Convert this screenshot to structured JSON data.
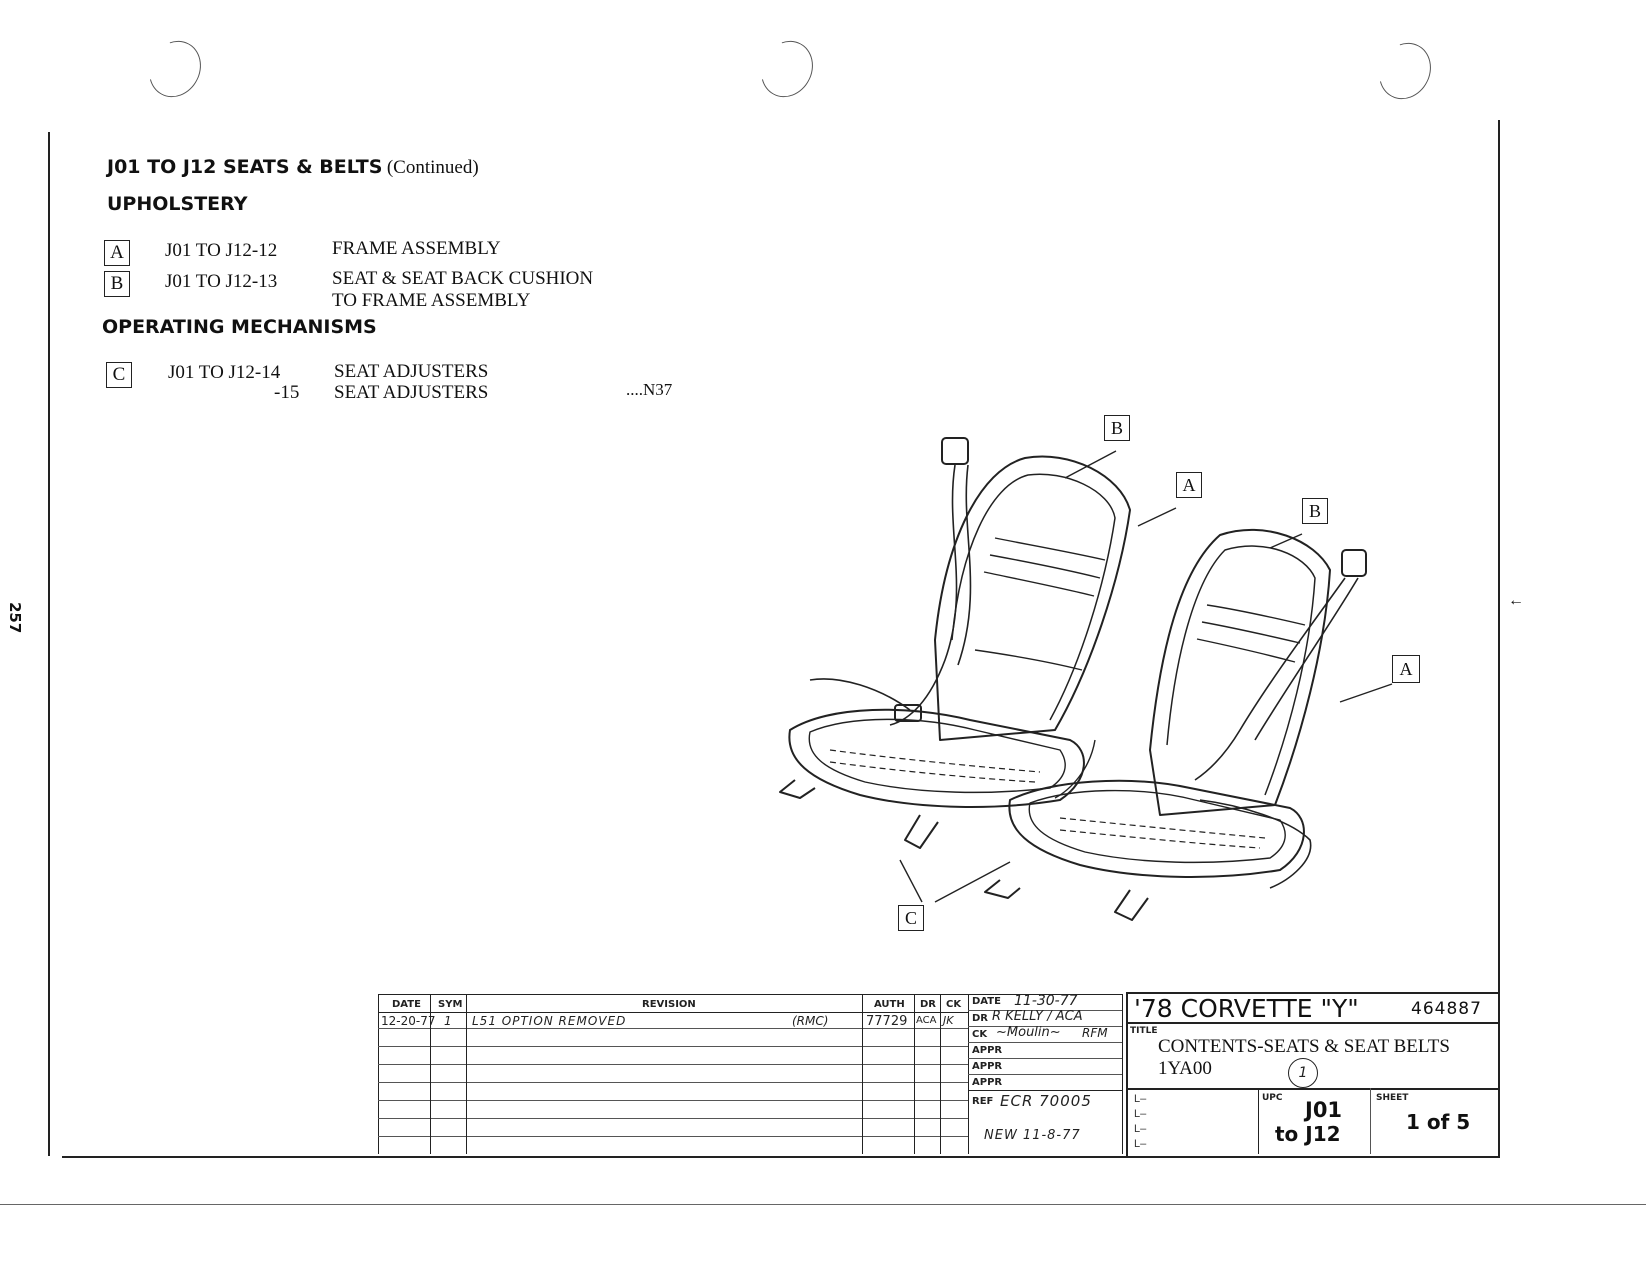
{
  "page_number": "257",
  "heading": {
    "prefix": "J01 TO J12 SEATS & BELTS",
    "suffix": "(Continued)"
  },
  "sections": [
    {
      "title": "UPHOLSTERY",
      "items": [
        {
          "key": "A",
          "code": "J01 TO J12-12",
          "desc": "FRAME ASSEMBLY",
          "desc2": ""
        },
        {
          "key": "B",
          "code": "J01 TO J12-13",
          "desc": "SEAT & SEAT BACK CUSHION",
          "desc2": "TO FRAME ASSEMBLY"
        }
      ]
    },
    {
      "title": "OPERATING MECHANISMS",
      "items": [
        {
          "key": "C",
          "code": "J01 TO J12-14",
          "desc": "SEAT ADJUSTERS",
          "code2": "-15",
          "desc2": "SEAT ADJUSTERS",
          "ref": "....N37"
        }
      ]
    }
  ],
  "callouts": [
    "B",
    "A",
    "B",
    "A",
    "C"
  ],
  "title_block": {
    "revision_headers": [
      "DATE",
      "SYM",
      "REVISION",
      "AUTH",
      "DR",
      "CK"
    ],
    "revision_row": {
      "date": "12-20-77",
      "sym": "1",
      "revision": "L51 OPTION REMOVED",
      "note": "(RMC)",
      "auth": "77729",
      "dr": "ACA",
      "ck": "JK"
    },
    "date_label": "DATE",
    "date_value": "11-30-77",
    "dr_label": "DR",
    "dr_value": "R KELLY / ACA",
    "ck_label": "CK",
    "ck_value": "RFM",
    "appr_labels": [
      "APPR",
      "APPR",
      "APPR"
    ],
    "ref_label": "REF",
    "ref_value": "ECR 70005",
    "new_value": "NEW 11-8-77",
    "model": "'78 CORVETTE \"Y\"",
    "number": "464887",
    "title_label": "TITLE",
    "title_line1": "CONTENTS-SEATS & SEAT BELTS",
    "title_line2": "1YA00",
    "circle_value": "1",
    "upc_label": "UPC",
    "upc_line1": "J01",
    "upc_line2": "to J12",
    "sheet_label": "SHEET",
    "sheet_value": "1 of 5"
  }
}
